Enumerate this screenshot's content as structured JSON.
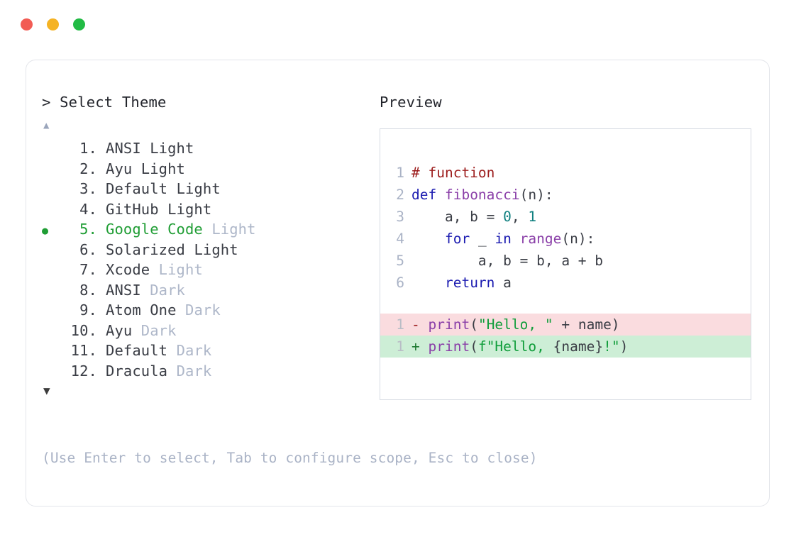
{
  "window": {
    "traffic_lights": [
      {
        "name": "close",
        "color": "#f25c54"
      },
      {
        "name": "minimize",
        "color": "#f5b324"
      },
      {
        "name": "maximize",
        "color": "#22bb45"
      }
    ]
  },
  "prompt": {
    "heading": "> Select Theme",
    "scroll_up_icon": "▲",
    "scroll_down_icon": "▼",
    "hint": "(Use Enter to select, Tab to configure scope, Esc to close)"
  },
  "themes": [
    {
      "bullet": "",
      "num": "1.",
      "name": "ANSI",
      "variant": "Light",
      "selected": false,
      "variant_muted": false
    },
    {
      "bullet": "",
      "num": "2.",
      "name": "Ayu",
      "variant": "Light",
      "selected": false,
      "variant_muted": false
    },
    {
      "bullet": "",
      "num": "3.",
      "name": "Default",
      "variant": "Light",
      "selected": false,
      "variant_muted": false
    },
    {
      "bullet": "",
      "num": "4.",
      "name": "GitHub",
      "variant": "Light",
      "selected": false,
      "variant_muted": false
    },
    {
      "bullet": "●",
      "num": "5.",
      "name": "Google Code",
      "variant": "Light",
      "selected": true,
      "variant_muted": true
    },
    {
      "bullet": "",
      "num": "6.",
      "name": "Solarized",
      "variant": "Light",
      "selected": false,
      "variant_muted": false
    },
    {
      "bullet": "",
      "num": "7.",
      "name": "Xcode",
      "variant": "Light",
      "selected": false,
      "variant_muted": true
    },
    {
      "bullet": "",
      "num": "8.",
      "name": "ANSI",
      "variant": "Dark",
      "selected": false,
      "variant_muted": true
    },
    {
      "bullet": "",
      "num": "9.",
      "name": "Atom One",
      "variant": "Dark",
      "selected": false,
      "variant_muted": true
    },
    {
      "bullet": "",
      "num": "10.",
      "name": "Ayu",
      "variant": "Dark",
      "selected": false,
      "variant_muted": true
    },
    {
      "bullet": "",
      "num": "11.",
      "name": "Default",
      "variant": "Dark",
      "selected": false,
      "variant_muted": true
    },
    {
      "bullet": "",
      "num": "12.",
      "name": "Dracula",
      "variant": "Dark",
      "selected": false,
      "variant_muted": true
    }
  ],
  "preview": {
    "heading": "Preview",
    "code_lines": [
      {
        "ln": "1",
        "tokens": [
          {
            "t": "# function",
            "c": "comment"
          }
        ]
      },
      {
        "ln": "2",
        "tokens": [
          {
            "t": "def ",
            "c": "kw"
          },
          {
            "t": "fibonacci",
            "c": "fn"
          },
          {
            "t": "(n):",
            "c": "plain"
          }
        ]
      },
      {
        "ln": "3",
        "tokens": [
          {
            "t": "    a, b = ",
            "c": "plain"
          },
          {
            "t": "0",
            "c": "num"
          },
          {
            "t": ", ",
            "c": "plain"
          },
          {
            "t": "1",
            "c": "num"
          }
        ]
      },
      {
        "ln": "4",
        "tokens": [
          {
            "t": "    ",
            "c": "plain"
          },
          {
            "t": "for",
            "c": "kw"
          },
          {
            "t": " _ ",
            "c": "plain"
          },
          {
            "t": "in",
            "c": "kw"
          },
          {
            "t": " ",
            "c": "plain"
          },
          {
            "t": "range",
            "c": "fn"
          },
          {
            "t": "(n):",
            "c": "plain"
          }
        ]
      },
      {
        "ln": "5",
        "tokens": [
          {
            "t": "        a, b = b, a + b",
            "c": "plain"
          }
        ]
      },
      {
        "ln": "6",
        "tokens": [
          {
            "t": "    ",
            "c": "plain"
          },
          {
            "t": "return",
            "c": "kw"
          },
          {
            "t": " a",
            "c": "plain"
          }
        ]
      }
    ],
    "diff_lines": [
      {
        "ln": "1",
        "kind": "del",
        "mark": "-",
        "tokens": [
          {
            "t": "print",
            "c": "fn"
          },
          {
            "t": "(",
            "c": "plain"
          },
          {
            "t": "\"Hello, \"",
            "c": "str"
          },
          {
            "t": " + name)",
            "c": "plain"
          }
        ]
      },
      {
        "ln": "1",
        "kind": "add",
        "mark": "+",
        "tokens": [
          {
            "t": "print",
            "c": "fn"
          },
          {
            "t": "(",
            "c": "plain"
          },
          {
            "t": "f\"Hello, ",
            "c": "str"
          },
          {
            "t": "{name}",
            "c": "plain"
          },
          {
            "t": "!\"",
            "c": "str"
          },
          {
            "t": ")",
            "c": "plain"
          }
        ]
      }
    ]
  },
  "colors": {
    "selected_green": "#1f9d34",
    "muted_text": "#aeb7c9",
    "primary_text": "#3a3d45",
    "diff_del_bg": "#fadcdf",
    "diff_add_bg": "#cdeed6",
    "card_border": "#e3e5ea",
    "preview_border": "#d7dbe3"
  }
}
